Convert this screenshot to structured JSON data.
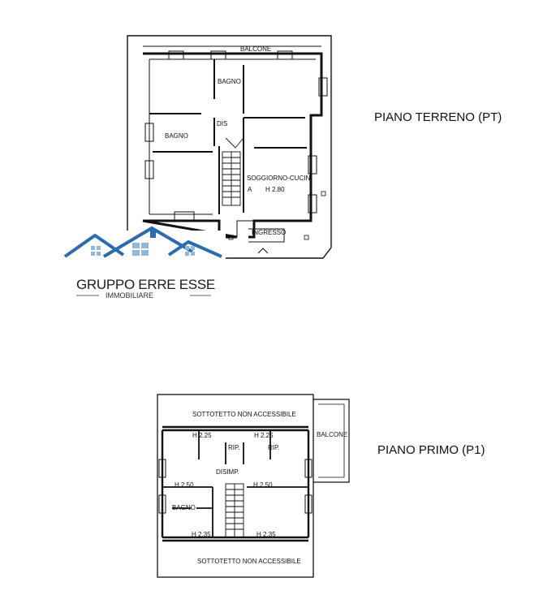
{
  "floors": {
    "ground": {
      "title": "PIANO TERRENO (PT)",
      "rooms": {
        "balcony": "BALCONE",
        "bath1": "BAGNO",
        "bath2": "BAGNO",
        "hall": "DIS",
        "living": "SOGGIORNO-CUCIN",
        "height": "H 2.80",
        "marker": "A",
        "entrance": "INGRESSO"
      }
    },
    "first": {
      "title": "PIANO PRIMO (P1)",
      "rooms": {
        "attic_top": "SOTTOTETTO NON ACCESSIBILE",
        "attic_bottom": "SOTTOTETTO NON ACCESSIBILE",
        "balcony": "BALCONE",
        "h_tl": "H 2.25",
        "h_tr": "H 2.25",
        "storage1": "RIP.",
        "storage2": "RIP.",
        "landing": "DISIMP.",
        "h_ml": "H 2.50",
        "h_mr": "H 2.50",
        "bath": "BAGNO",
        "h_bl": "H 2.35",
        "h_br": "H 2.35"
      }
    }
  },
  "brand": {
    "name": "GRUPPO ERRE ESSE",
    "subtitle": "IMMOBILIARE",
    "colors": {
      "roof": "#2b6cb0",
      "window": "#8fb8dc",
      "text": "#1d1d1d"
    }
  }
}
